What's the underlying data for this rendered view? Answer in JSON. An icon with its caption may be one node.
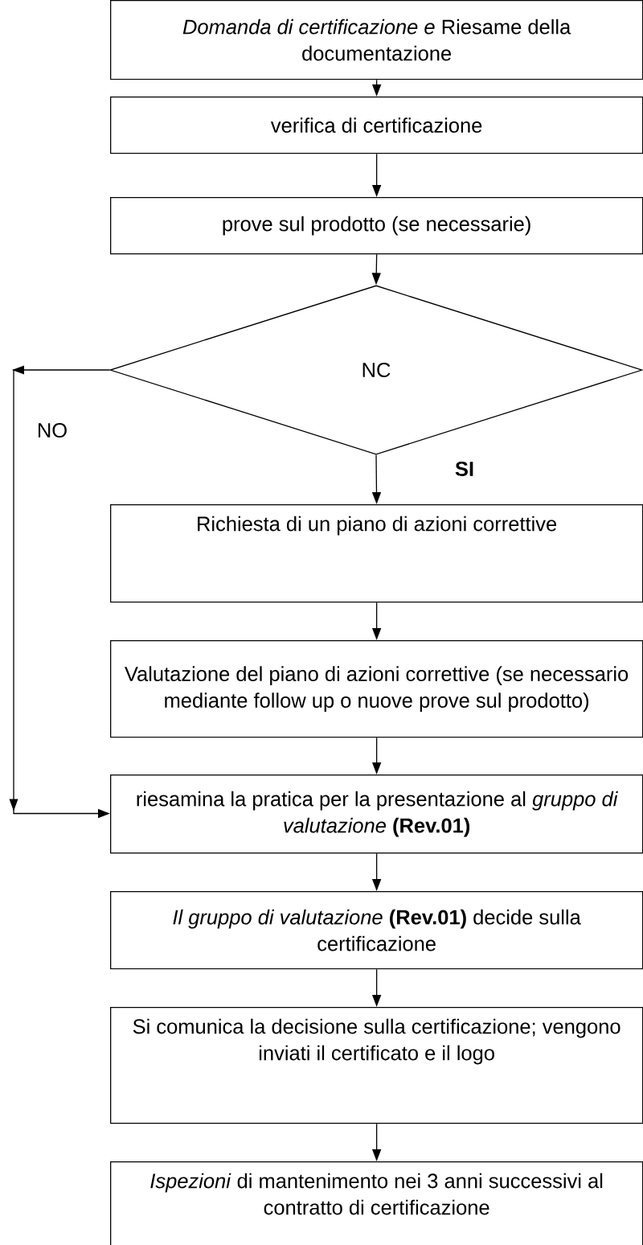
{
  "diagram": {
    "nodes": [
      {
        "text": [
          "*Domanda di certificazione e* Riesame della documentazione"
        ]
      },
      {
        "text": [
          "verifica di certificazione"
        ]
      },
      {
        "text": [
          "prove sul prodotto (se necessarie)"
        ]
      },
      {
        "text": [
          "NC"
        ]
      },
      {
        "text": [
          "Richiesta di un piano di azioni correttive"
        ]
      },
      {
        "text": [
          "Valutazione del piano di azioni correttive (se necessario mediante follow up o nuove prove sul prodotto)"
        ]
      },
      {
        "text": [
          "riesamina la pratica per la presentazione al *gruppo di valutazione* **(Rev.01)**"
        ]
      },
      {
        "text": [
          "*Il gruppo di valutazione* **(Rev.01)** decide sulla certificazione"
        ]
      },
      {
        "text": [
          "Si comunica la decisione sulla certificazione; vengono inviati il certificato e il logo"
        ]
      },
      {
        "text": [
          "*Ispezioni* di mantenimento nei 3 anni successivi al contratto di certificazione"
        ]
      }
    ],
    "edges": [
      {
        "from": 0,
        "to": 1,
        "arrow": "to"
      },
      {
        "from": 1,
        "to": 2,
        "arrow": "to"
      },
      {
        "from": 2,
        "to": 3,
        "arrow": "to"
      },
      {
        "from": 3,
        "to": 4,
        "arrow": "to",
        "label": "SI"
      },
      {
        "from": 4,
        "to": 5,
        "arrow": "to"
      },
      {
        "from": 5,
        "to": 6,
        "arrow": "to"
      },
      {
        "from": 6,
        "to": 7,
        "arrow": "to"
      },
      {
        "from": 7,
        "to": 8,
        "arrow": "to"
      },
      {
        "from": 8,
        "to": 9,
        "arrow": "to"
      },
      {
        "from": 3,
        "to": 6,
        "arrow": "to",
        "label": "NO"
      }
    ]
  }
}
